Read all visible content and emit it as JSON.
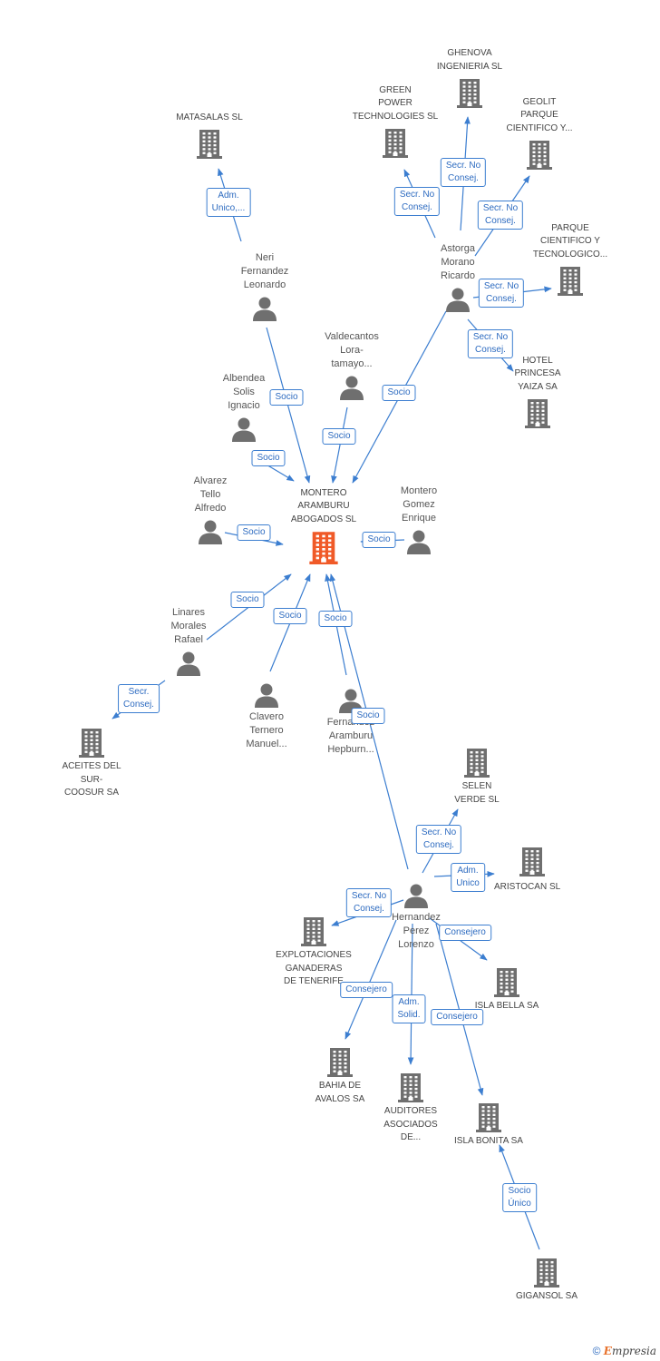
{
  "colors": {
    "edge": "#3c7ed0",
    "node_gray": "#6f6f6f",
    "node_focus": "#f05a28",
    "label": "#555555"
  },
  "nodes": [
    {
      "id": "montero",
      "kind": "company",
      "focus": true,
      "label": "MONTERO\nARAMBURU\nABOGADOS SL"
    },
    {
      "id": "ghenova",
      "kind": "company",
      "label": "GHENOVA\nINGENIERIA SL"
    },
    {
      "id": "green",
      "kind": "company",
      "label": "GREEN\nPOWER\nTECHNOLOGIES SL"
    },
    {
      "id": "geolit",
      "kind": "company",
      "label": "GEOLIT\nPARQUE\nCIENTIFICO Y..."
    },
    {
      "id": "parque",
      "kind": "company",
      "label": "PARQUE\nCIENTIFICO Y\nTECNOLOGICO..."
    },
    {
      "id": "matasalas",
      "kind": "company",
      "label": "MATASALAS SL"
    },
    {
      "id": "hotel",
      "kind": "company",
      "label": "HOTEL\nPRINCESA\nYAIZA SA"
    },
    {
      "id": "aceites",
      "kind": "company",
      "label": "ACEITES DEL\nSUR-\nCOOSUR SA"
    },
    {
      "id": "selen",
      "kind": "company",
      "label": "SELEN\nVERDE SL"
    },
    {
      "id": "aristocan",
      "kind": "company",
      "label": "ARISTOCAN SL"
    },
    {
      "id": "explot",
      "kind": "company",
      "label": "EXPLOTACIONES\nGANADERAS\nDE TENERIFE"
    },
    {
      "id": "islabella",
      "kind": "company",
      "label": "ISLA BELLA SA"
    },
    {
      "id": "bahia",
      "kind": "company",
      "label": "BAHIA DE\nAVALOS SA"
    },
    {
      "id": "auditores",
      "kind": "company",
      "label": "AUDITORES\nASOCIADOS\nDE..."
    },
    {
      "id": "islabonita",
      "kind": "company",
      "label": "ISLA BONITA SA"
    },
    {
      "id": "gigansol",
      "kind": "company",
      "label": "GIGANSOL SA"
    },
    {
      "id": "neri",
      "kind": "person",
      "label": "Neri\nFernandez\nLeonardo"
    },
    {
      "id": "astorga",
      "kind": "person",
      "label": "Astorga\nMorano\nRicardo"
    },
    {
      "id": "valdecantos",
      "kind": "person",
      "label": "Valdecantos\nLora-\ntamayo..."
    },
    {
      "id": "albendea",
      "kind": "person",
      "label": "Albendea\nSolis\nIgnacio"
    },
    {
      "id": "alvarez",
      "kind": "person",
      "label": "Alvarez\nTello\nAlfredo"
    },
    {
      "id": "montero_gomez",
      "kind": "person",
      "label": "Montero\nGomez\nEnrique"
    },
    {
      "id": "linares",
      "kind": "person",
      "label": "Linares\nMorales\nRafael"
    },
    {
      "id": "clavero",
      "kind": "person",
      "label": "Clavero\nTernero\nManuel..."
    },
    {
      "id": "fernandez",
      "kind": "person",
      "label": "Fernandez\nAramburu\nHepburn..."
    },
    {
      "id": "hernandez",
      "kind": "person",
      "label": "Hernandez\nPerez\nLorenzo"
    }
  ],
  "edges": [
    {
      "from": "neri",
      "to": "matasalas",
      "label": "Adm.\nUnico,..."
    },
    {
      "from": "astorga",
      "to": "green",
      "label": "Secr. No\nConsej."
    },
    {
      "from": "astorga",
      "to": "ghenova",
      "label": "Secr. No\nConsej."
    },
    {
      "from": "astorga",
      "to": "geolit",
      "label": "Secr. No\nConsej."
    },
    {
      "from": "astorga",
      "to": "parque",
      "label": "Secr. No\nConsej."
    },
    {
      "from": "astorga",
      "to": "hotel",
      "label": "Secr. No\nConsej."
    },
    {
      "from": "neri",
      "to": "montero",
      "label": "Socio"
    },
    {
      "from": "valdecantos",
      "to": "montero",
      "label": "Socio"
    },
    {
      "from": "astorga",
      "to": "montero",
      "label": "Socio"
    },
    {
      "from": "albendea",
      "to": "montero",
      "label": "Socio"
    },
    {
      "from": "alvarez",
      "to": "montero",
      "label": "Socio"
    },
    {
      "from": "montero_gomez",
      "to": "montero",
      "label": "Socio"
    },
    {
      "from": "linares",
      "to": "montero",
      "label": "Socio"
    },
    {
      "from": "clavero",
      "to": "montero",
      "label": "Socio"
    },
    {
      "from": "fernandez",
      "to": "montero",
      "label": "Socio"
    },
    {
      "from": "hernandez",
      "to": "montero",
      "label": "Socio"
    },
    {
      "from": "linares",
      "to": "aceites",
      "label": "Secr.\nConsej."
    },
    {
      "from": "hernandez",
      "to": "selen",
      "label": "Secr. No\nConsej."
    },
    {
      "from": "hernandez",
      "to": "aristocan",
      "label": "Adm.\nUnico"
    },
    {
      "from": "hernandez",
      "to": "explot",
      "label": "Secr. No\nConsej."
    },
    {
      "from": "hernandez",
      "to": "islabella",
      "label": "Consejero"
    },
    {
      "from": "hernandez",
      "to": "bahia",
      "label": "Consejero"
    },
    {
      "from": "hernandez",
      "to": "auditores",
      "label": "Adm.\nSolid."
    },
    {
      "from": "hernandez",
      "to": "islabonita",
      "label": "Consejero"
    },
    {
      "from": "gigansol",
      "to": "islabonita",
      "label": "Socio\nÚnico"
    }
  ],
  "footer": {
    "copyright": "©",
    "brand_first": "E",
    "brand_rest": "mpresia"
  }
}
